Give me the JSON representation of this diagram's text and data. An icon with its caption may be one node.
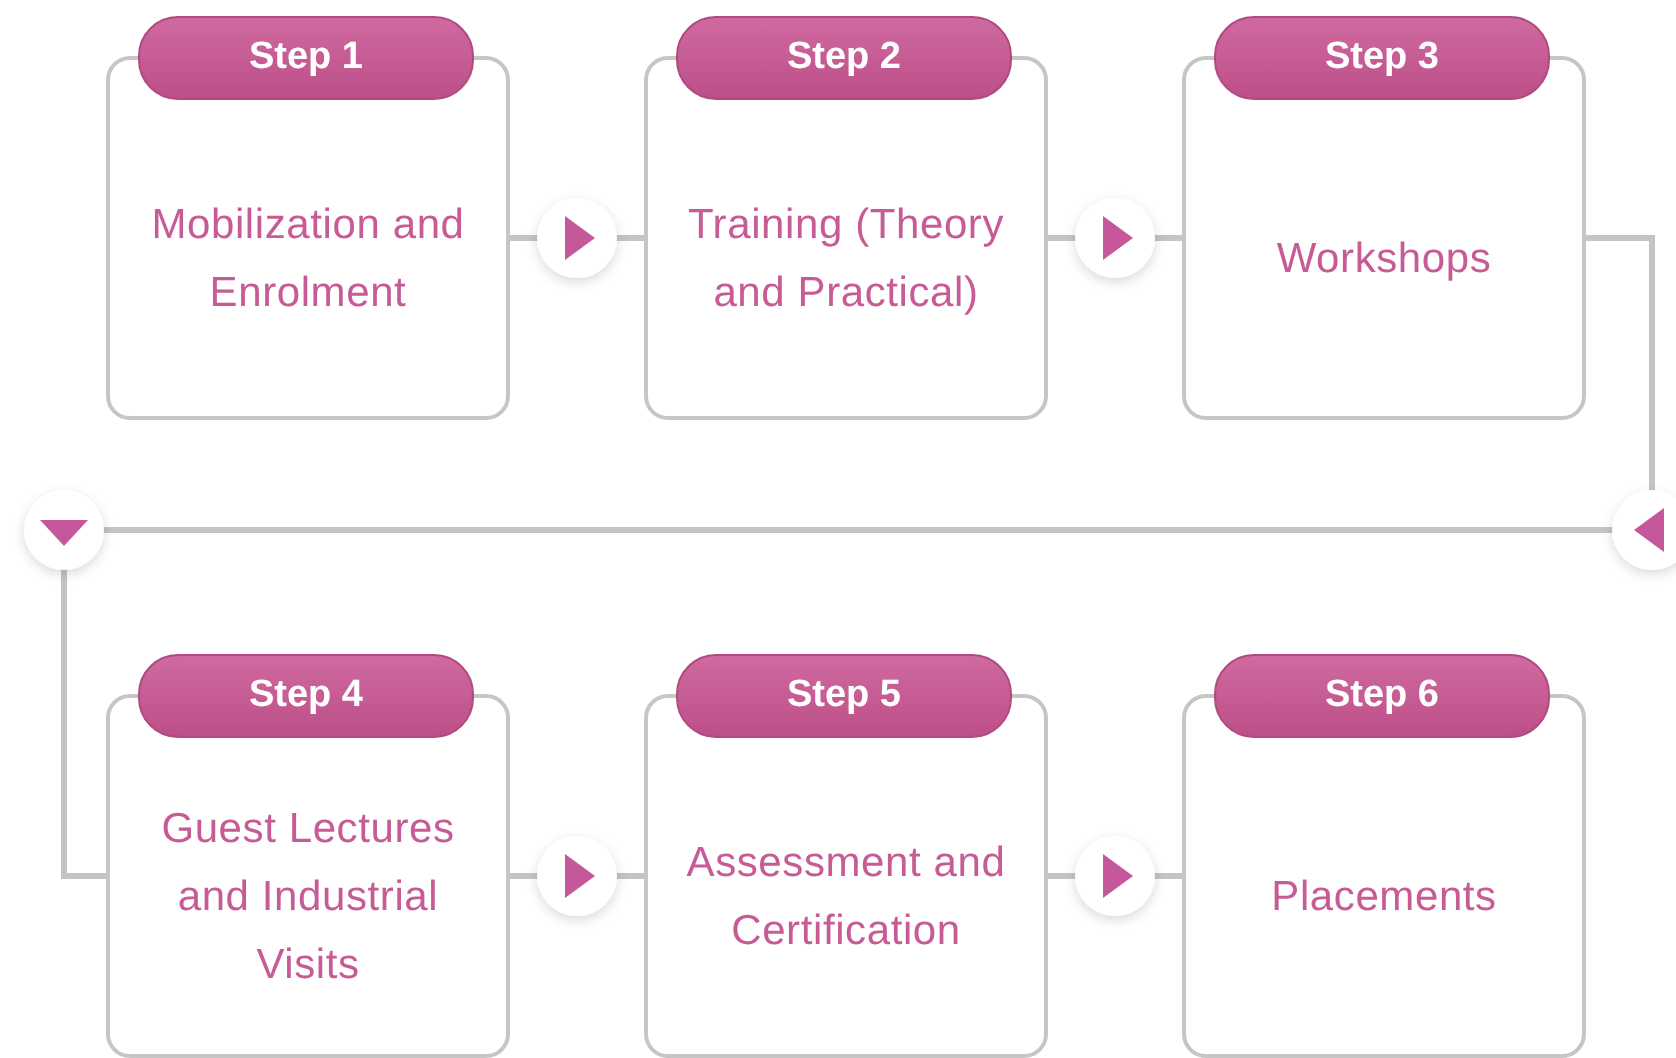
{
  "diagram": {
    "nodes": [
      {
        "text": [
          "Step 1",
          "Mobilization and Enrolment"
        ]
      },
      {
        "text": [
          "Step 2",
          "Training (Theory and Practical)"
        ]
      },
      {
        "text": [
          "Step 3",
          "Workshops"
        ]
      },
      {
        "text": [
          "Step 4",
          "Guest Lectures and Industrial Visits"
        ]
      },
      {
        "text": [
          "Step 5",
          "Assessment and Certification"
        ]
      },
      {
        "text": [
          "Step 6",
          "Placements"
        ]
      }
    ],
    "edges": [
      {
        "from": 0,
        "to": 1,
        "arrow": "to"
      },
      {
        "from": 1,
        "to": 2,
        "arrow": "to"
      },
      {
        "from": 2,
        "to": 3,
        "arrow": "to"
      },
      {
        "from": 3,
        "to": 4,
        "arrow": "to"
      },
      {
        "from": 4,
        "to": 5,
        "arrow": "to"
      }
    ]
  }
}
